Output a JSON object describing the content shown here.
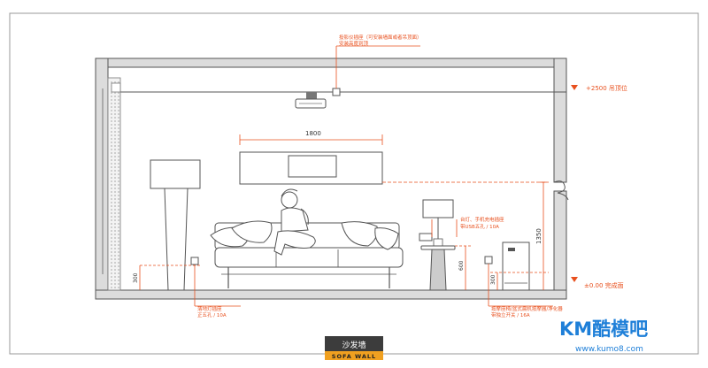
{
  "colors": {
    "annotation": "#e8501e",
    "line": "#555555",
    "wall_fill": "#dcdcdc",
    "title_bg": "#3c3c3c",
    "title_strip": "#f0a020",
    "logo": "#1e7fd8"
  },
  "annotations": {
    "projector_socket": [
      "投影仪插座（可安装墙面或者吊顶面）",
      "安装高度到顶"
    ],
    "dim_ceiling": "+2500  吊顶位",
    "dim_tv": "1800",
    "dim_side_height": "1350",
    "dim_table_height": "600",
    "dim_floor": "±0.00  完成面",
    "dim_left_socket": "300",
    "dim_right_socket": "300",
    "lamp_socket": [
      "台灯、手机充电插座",
      "带USB五孔 / 10A"
    ],
    "floor_lamp_socket": [
      "落地灯插座",
      "正五孔 / 10A"
    ],
    "appliance_socket": [
      "按摩座椅/盆式扁机按摩器/净化器",
      "带独立开关 / 16A"
    ]
  },
  "title": {
    "cn": "沙发墙",
    "en": "SOFA WALL"
  },
  "watermark": {
    "logo_text": "KM酷模吧",
    "url": "www.kumo8.com"
  }
}
